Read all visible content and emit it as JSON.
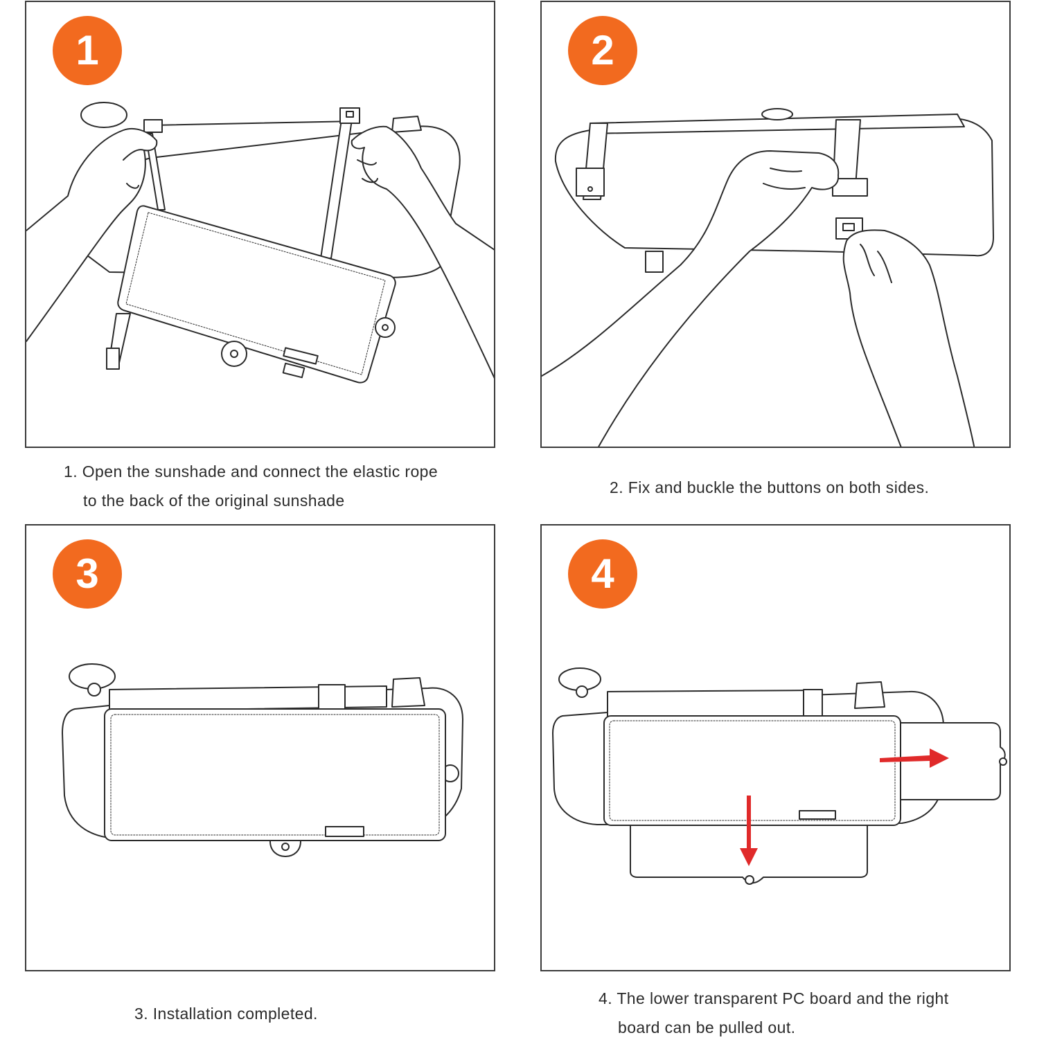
{
  "steps": [
    {
      "number": "1",
      "caption_line1": "1. Open the sunshade and connect the elastic rope",
      "caption_line2": "to the back of the original sunshade"
    },
    {
      "number": "2",
      "caption_line1": "2. Fix and buckle the buttons on both sides.",
      "caption_line2": ""
    },
    {
      "number": "3",
      "caption_line1": "3. Installation completed.",
      "caption_line2": ""
    },
    {
      "number": "4",
      "caption_line1": "4. The lower transparent PC board and the right",
      "caption_line2": "board can be pulled out."
    }
  ],
  "colors": {
    "badge": "#f26a1f",
    "arrow": "#e02a2a",
    "line": "#2a2a2a"
  }
}
